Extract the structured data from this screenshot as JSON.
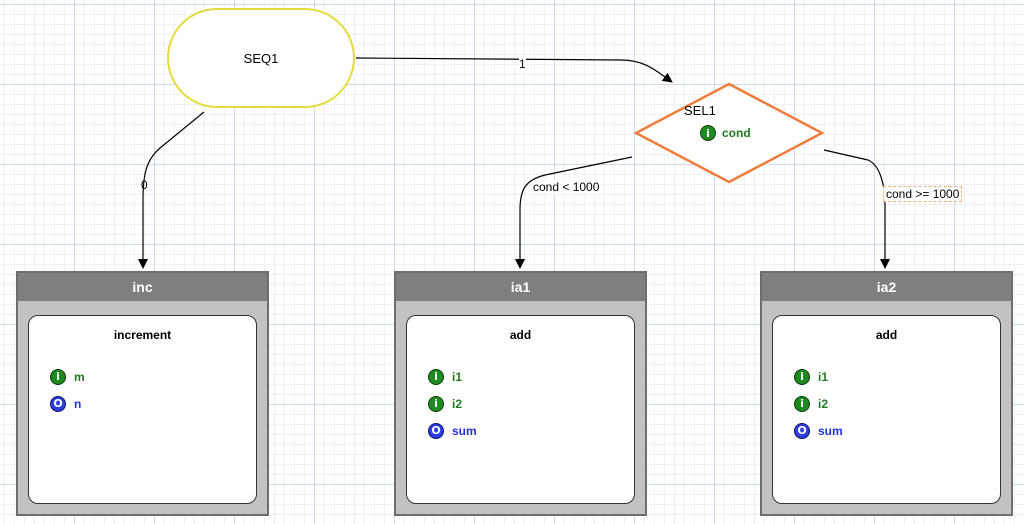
{
  "seq": {
    "label": "SEQ1"
  },
  "sel": {
    "label": "SEL1",
    "param": {
      "kind": "in",
      "name": "cond",
      "icon": "i"
    }
  },
  "edges": {
    "seq_to_sel": "1",
    "seq_to_inc": "0",
    "sel_to_ia1": "cond < 1000",
    "sel_to_ia2": "cond >= 1000"
  },
  "components": {
    "inc": {
      "title": "inc",
      "function": "increment",
      "params": [
        {
          "kind": "in",
          "icon": "i",
          "name": "m"
        },
        {
          "kind": "out",
          "icon": "O",
          "name": "n"
        }
      ]
    },
    "ia1": {
      "title": "ia1",
      "function": "add",
      "params": [
        {
          "kind": "in",
          "icon": "i",
          "name": "i1"
        },
        {
          "kind": "in",
          "icon": "i",
          "name": "i2"
        },
        {
          "kind": "out",
          "icon": "O",
          "name": "sum"
        }
      ]
    },
    "ia2": {
      "title": "ia2",
      "function": "add",
      "params": [
        {
          "kind": "in",
          "icon": "i",
          "name": "i1"
        },
        {
          "kind": "in",
          "icon": "i",
          "name": "i2"
        },
        {
          "kind": "out",
          "icon": "O",
          "name": "sum"
        }
      ]
    }
  },
  "colors": {
    "seq_border": "#e4dc3c",
    "sel_border": "#f07c3a",
    "input_param": "#1f8a1f",
    "output_param": "#2c3ee2",
    "component_header": "#7f7f7f"
  }
}
